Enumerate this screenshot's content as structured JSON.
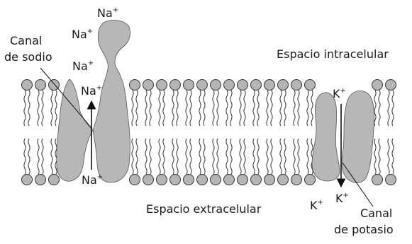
{
  "labels": {
    "na_plus": "Na",
    "k_plus": "K",
    "ion_sign": "+",
    "sodium_channel_line1": "Canal",
    "sodium_channel_line2": "de sodio",
    "potassium_channel_line1": "Canal",
    "potassium_channel_line2": "de potasio",
    "intracellular_space": "Espacio intracelular",
    "extracellular_space": "Espacio extracelular"
  },
  "colors": {
    "protein": "#b7b7b7",
    "lipid_head": "#b5b5b5",
    "outline": "#333333"
  }
}
